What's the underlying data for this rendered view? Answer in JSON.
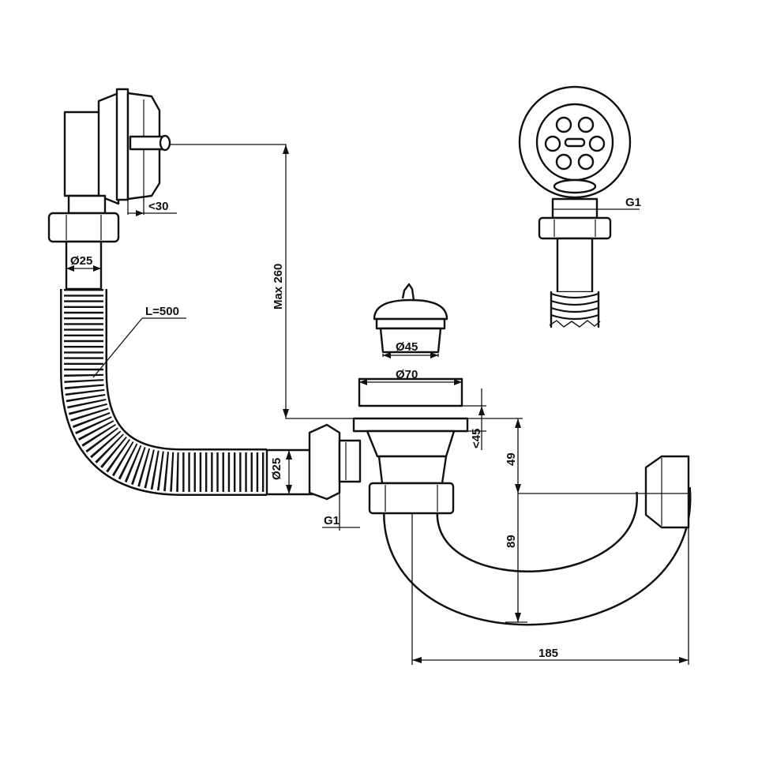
{
  "diagram": {
    "labels": {
      "overflow_depth": "<30",
      "overflow_pipe_dia": "Ø25",
      "hose_length": "L=500",
      "max_height": "Max 260",
      "plug_dia": "Ø45",
      "drain_dia": "Ø70",
      "drain_depth": "<45",
      "side_inlet_dia": "Ø25",
      "side_thread": "G1",
      "height_upper": "49",
      "height_lower": "89",
      "width": "185",
      "outlet_thread": "G1"
    }
  }
}
